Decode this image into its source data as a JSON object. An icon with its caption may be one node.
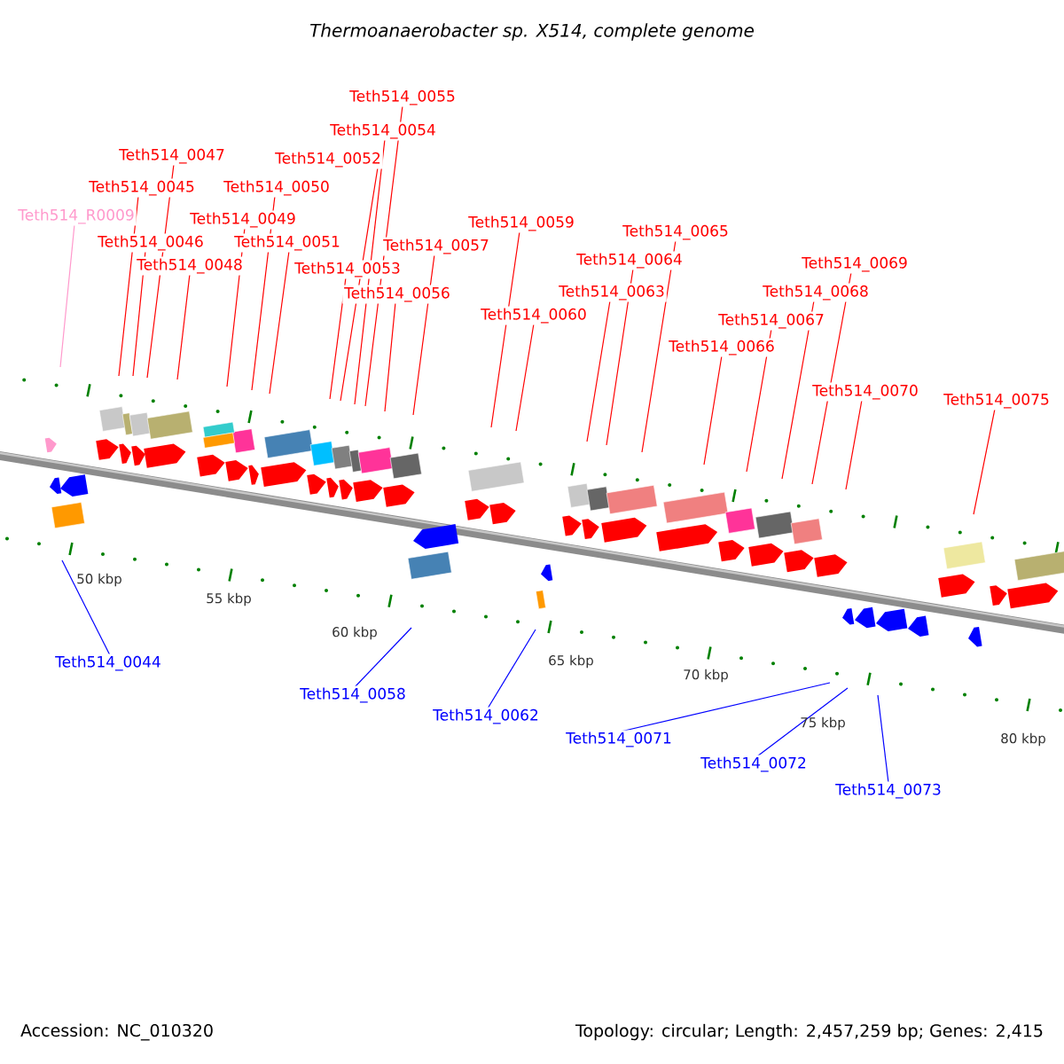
{
  "diagram": {
    "title": "Thermoanaerobacter sp. X514, complete genome",
    "nodes": [
      {
        "text": [
          "Teth514_R0009"
        ]
      },
      {
        "text": [
          "Teth514_0045"
        ]
      },
      {
        "text": [
          "Teth514_0046"
        ]
      },
      {
        "text": [
          "Teth514_0047"
        ]
      },
      {
        "text": [
          "Teth514_0048"
        ]
      },
      {
        "text": [
          "Teth514_0049"
        ]
      },
      {
        "text": [
          "Teth514_0050"
        ]
      },
      {
        "text": [
          "Teth514_0051"
        ]
      },
      {
        "text": [
          "Teth514_0052"
        ]
      },
      {
        "text": [
          "Teth514_0053"
        ]
      },
      {
        "text": [
          "Teth514_0054"
        ]
      },
      {
        "text": [
          "Teth514_0055"
        ]
      },
      {
        "text": [
          "Teth514_0056"
        ]
      },
      {
        "text": [
          "Teth514_0057"
        ]
      },
      {
        "text": [
          "Teth514_0059"
        ]
      },
      {
        "text": [
          "Teth514_0060"
        ]
      },
      {
        "text": [
          "Teth514_0063"
        ]
      },
      {
        "text": [
          "Teth514_0064"
        ]
      },
      {
        "text": [
          "Teth514_0065"
        ]
      },
      {
        "text": [
          "Teth514_0066"
        ]
      },
      {
        "text": [
          "Teth514_0067"
        ]
      },
      {
        "text": [
          "Teth514_0068"
        ]
      },
      {
        "text": [
          "Teth514_0069"
        ]
      },
      {
        "text": [
          "Teth514_0070"
        ]
      },
      {
        "text": [
          "Teth514_0075"
        ]
      },
      {
        "text": [
          "Teth514_0044"
        ]
      },
      {
        "text": [
          "Teth514_0058"
        ]
      },
      {
        "text": [
          "Teth514_0062"
        ]
      },
      {
        "text": [
          "Teth514_0071"
        ]
      },
      {
        "text": [
          "Teth514_0072"
        ]
      },
      {
        "text": [
          "Teth514_0073"
        ]
      }
    ],
    "edges": [
      {
        "from": 0,
        "to": null,
        "arrow": "none",
        "color": "#ff99cc"
      },
      {
        "from": 1,
        "to": null,
        "arrow": "none"
      },
      {
        "from": 2,
        "to": null,
        "arrow": "none"
      },
      {
        "from": 3,
        "to": null,
        "arrow": "none"
      },
      {
        "from": 4,
        "to": null,
        "arrow": "none"
      },
      {
        "from": 5,
        "to": null,
        "arrow": "none"
      },
      {
        "from": 6,
        "to": null,
        "arrow": "none"
      },
      {
        "from": 7,
        "to": null,
        "arrow": "none"
      },
      {
        "from": 8,
        "to": null,
        "arrow": "none"
      },
      {
        "from": 9,
        "to": null,
        "arrow": "none"
      },
      {
        "from": 10,
        "to": null,
        "arrow": "none"
      },
      {
        "from": 11,
        "to": null,
        "arrow": "none"
      },
      {
        "from": 12,
        "to": null,
        "arrow": "none"
      },
      {
        "from": 13,
        "to": null,
        "arrow": "none"
      },
      {
        "from": 14,
        "to": null,
        "arrow": "none"
      },
      {
        "from": 15,
        "to": null,
        "arrow": "none"
      },
      {
        "from": 16,
        "to": null,
        "arrow": "none"
      },
      {
        "from": 17,
        "to": null,
        "arrow": "none"
      },
      {
        "from": 18,
        "to": null,
        "arrow": "none"
      },
      {
        "from": 19,
        "to": null,
        "arrow": "none"
      },
      {
        "from": 20,
        "to": null,
        "arrow": "none"
      },
      {
        "from": 21,
        "to": null,
        "arrow": "none"
      },
      {
        "from": 22,
        "to": null,
        "arrow": "none"
      },
      {
        "from": 23,
        "to": null,
        "arrow": "none"
      },
      {
        "from": 24,
        "to": null,
        "arrow": "none"
      },
      {
        "from": 25,
        "to": null,
        "arrow": "none",
        "color": "#0000ff"
      },
      {
        "from": 26,
        "to": null,
        "arrow": "none",
        "color": "#0000ff"
      },
      {
        "from": 27,
        "to": null,
        "arrow": "none",
        "color": "#0000ff"
      },
      {
        "from": 28,
        "to": null,
        "arrow": "none",
        "color": "#0000ff"
      },
      {
        "from": 29,
        "to": null,
        "arrow": "none",
        "color": "#0000ff"
      },
      {
        "from": 30,
        "to": null,
        "arrow": "none",
        "color": "#0000ff"
      }
    ],
    "labels": [
      "50 kbp",
      "55 kbp",
      "60 kbp",
      "65 kbp",
      "70 kbp",
      "75 kbp",
      "80 kbp",
      "Accession: NC_010320",
      "Topology: circular; Length: 2,457,259 bp; Genes: 2,415"
    ]
  }
}
